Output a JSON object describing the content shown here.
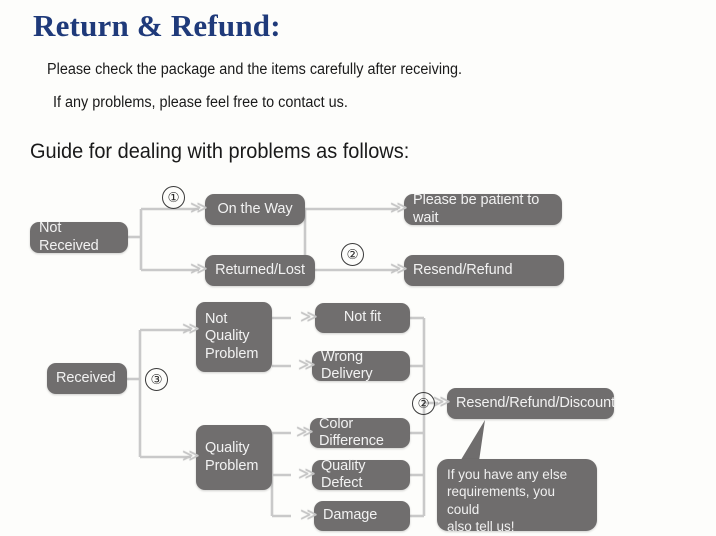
{
  "header": {
    "title": "Return & Refund:",
    "intro_line_1": "Please check the package and the items carefully after receiving.",
    "intro_line_2": "If any problems, please feel free to contact us.",
    "guide_heading": "Guide for dealing with problems as follows:"
  },
  "colors": {
    "title": "#1f3a7a",
    "node_fill": "#706E6E",
    "node_text": "#f2f2f2",
    "connector": "#c9c9c9",
    "background": "#fdfdfb"
  },
  "flowchart": {
    "nodes": {
      "not_received": "Not Received",
      "on_the_way": "On the Way",
      "returned_lost": "Returned/Lost",
      "please_be_patient": "Please be patient to wait",
      "resend_refund": "Resend/Refund",
      "received": "Received",
      "not_quality_problem": "Not\nQuality\nProblem",
      "quality_problem": "Quality\nProblem",
      "not_fit": "Not fit",
      "wrong_delivery": "Wrong Delivery",
      "color_difference": "Color Difference",
      "quality_defect": "Quality Defect",
      "damage": "Damage",
      "resend_refund_discount": "Resend/Refund/Discount"
    },
    "steps": {
      "step_1": "①",
      "step_2_top": "②",
      "step_2_bottom": "②",
      "step_3": "③"
    },
    "arrow_glyph": "≫",
    "callout": "If you have any else\nrequirements, you could\nalso tell us!"
  }
}
